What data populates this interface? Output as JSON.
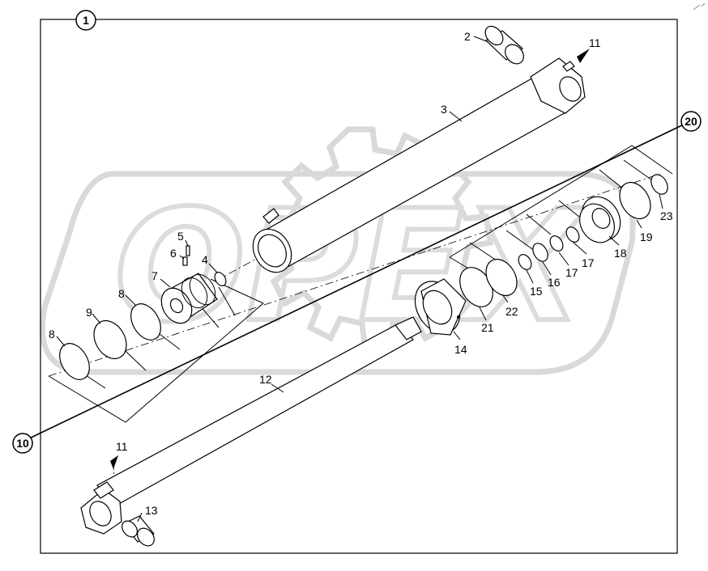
{
  "diagram": {
    "callouts": {
      "c1": "1",
      "c20": "20",
      "c10": "10"
    },
    "labels": {
      "l2": "2",
      "l11a": "11",
      "l3": "3",
      "l5": "5",
      "l6": "6",
      "l4": "4",
      "l7": "7",
      "l8a": "8",
      "l9": "9",
      "l8b": "8",
      "l23": "23",
      "l19": "19",
      "l18": "18",
      "l17a": "17",
      "l17b": "17",
      "l16": "16",
      "l15": "15",
      "l22": "22",
      "l21": "21",
      "l14": "14",
      "l12": "12",
      "l11b": "11",
      "l13": "13"
    },
    "watermark": "OPEX"
  }
}
